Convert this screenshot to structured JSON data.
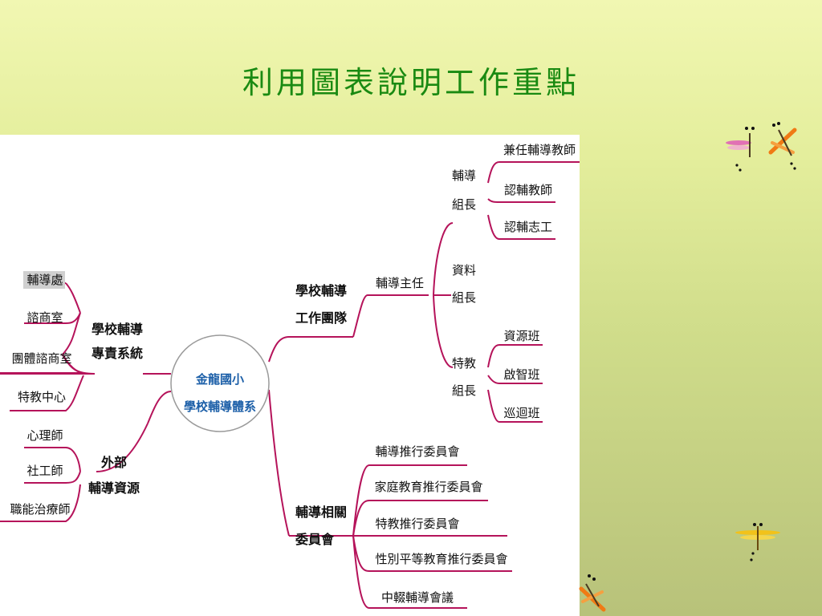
{
  "slide": {
    "title": "利用圖表說明工作重點"
  },
  "mindmap": {
    "center": [
      "金龍國小",
      "學校輔導體系"
    ],
    "left_branches": [
      {
        "label": [
          "學校輔導",
          "專責系統"
        ],
        "items": [
          "輔導處",
          "諮商室",
          "團體諮商室",
          "特教中心"
        ]
      },
      {
        "label": [
          "外部",
          "輔導資源"
        ],
        "items": [
          "心理師",
          "社工師",
          "職能治療師"
        ]
      }
    ],
    "right_branches": [
      {
        "label": [
          "學校輔導",
          "工作團隊"
        ],
        "sub": "輔導主任",
        "groups": [
          {
            "label": [
              "輔導",
              "組長"
            ],
            "items": [
              "兼任輔導教師",
              "認輔教師",
              "認輔志工"
            ]
          },
          {
            "label": [
              "資料",
              "組長"
            ],
            "items": []
          },
          {
            "label": [
              "特教",
              "組長"
            ],
            "items": [
              "資源班",
              "啟智班",
              "巡迴班"
            ]
          }
        ]
      },
      {
        "label": [
          "輔導相關",
          "委員會"
        ],
        "items": [
          "輔導推行委員會",
          "家庭教育推行委員會",
          "特教推行委員會",
          "性別平等教育推行委員會",
          "中輟輔導會議"
        ]
      }
    ]
  },
  "decor": {
    "line_color": "#b5135a",
    "dragonflies": [
      "dragonfly-pair-icon",
      "dragonfly-icon",
      "dragonfly-icon"
    ]
  }
}
